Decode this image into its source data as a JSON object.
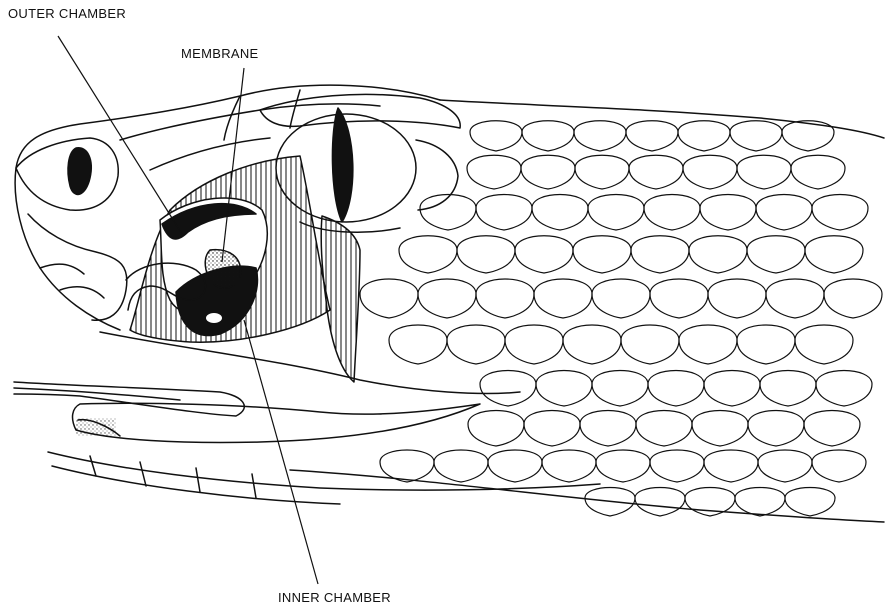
{
  "labels": {
    "outer_chamber": "OUTER CHAMBER",
    "membrane": "MEMBRANE",
    "inner_chamber": "INNER CHAMBER"
  },
  "colors": {
    "ink": "#111111",
    "paper": "#ffffff"
  }
}
